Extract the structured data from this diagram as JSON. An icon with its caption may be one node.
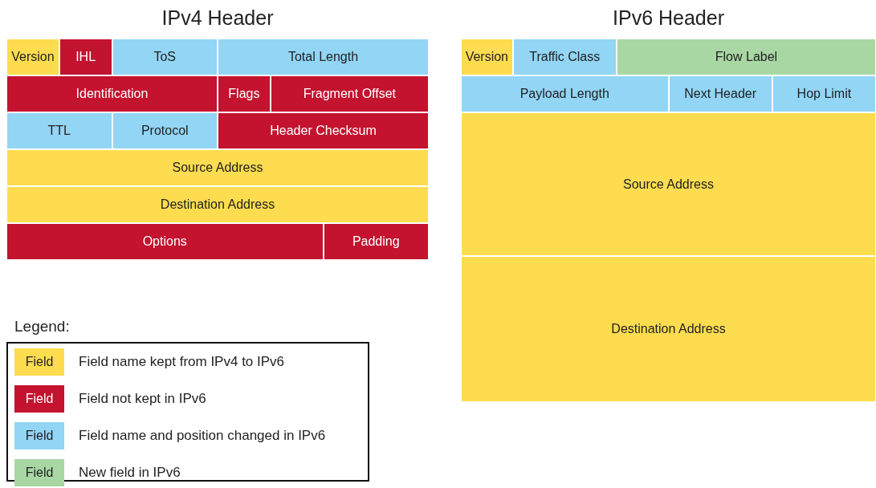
{
  "diagram": {
    "nodes": [
      {
        "text": [
          "IPv4 Header"
        ]
      },
      {
        "text": [
          "Version"
        ],
        "in": 0
      },
      {
        "text": [
          "IHL"
        ],
        "in": 0
      },
      {
        "text": [
          "ToS"
        ],
        "in": 0
      },
      {
        "text": [
          "Total Length"
        ],
        "in": 0
      },
      {
        "text": [
          "Identification"
        ],
        "in": 0
      },
      {
        "text": [
          "Flags"
        ],
        "in": 0
      },
      {
        "text": [
          "Fragment Offset"
        ],
        "in": 0
      },
      {
        "text": [
          "TTL"
        ],
        "in": 0
      },
      {
        "text": [
          "Protocol"
        ],
        "in": 0
      },
      {
        "text": [
          "Header Checksum"
        ],
        "in": 0
      },
      {
        "text": [
          "Source Address"
        ],
        "in": 0
      },
      {
        "text": [
          "Destination Address"
        ],
        "in": 0
      },
      {
        "text": [
          "Options"
        ],
        "in": 0
      },
      {
        "text": [
          "Padding"
        ],
        "in": 0
      },
      {
        "text": [
          "IPv6 Header"
        ]
      },
      {
        "text": [
          "Version"
        ],
        "in": 15
      },
      {
        "text": [
          "Traffic Class"
        ],
        "in": 15
      },
      {
        "text": [
          "Flow Label"
        ],
        "in": 15
      },
      {
        "text": [
          "Payload Length"
        ],
        "in": 15
      },
      {
        "text": [
          "Next Header"
        ],
        "in": 15
      },
      {
        "text": [
          "Hop Limit"
        ],
        "in": 15
      },
      {
        "text": [
          "Source Address"
        ],
        "in": 15
      },
      {
        "text": [
          "Destination Address"
        ],
        "in": 15
      }
    ],
    "edges": [],
    "labels": [
      "Legend:",
      "Field",
      "Field",
      "Field",
      "Field"
    ],
    "legend": [
      {
        "text": "Field name kept from IPv4 to IPv6",
        "color": "#fddc4f"
      },
      {
        "text": "Field not kept in IPv6",
        "color": "#c3132f"
      },
      {
        "text": "Field name and position changed in IPv6",
        "color": "#92d5f5"
      },
      {
        "text": "New field in IPv6",
        "color": "#a9d7a4"
      }
    ]
  }
}
